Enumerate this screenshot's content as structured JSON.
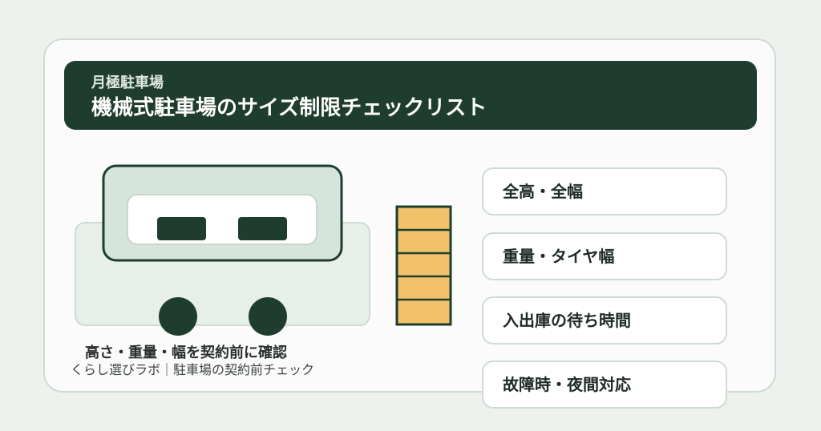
{
  "header": {
    "kicker": "月極駐車場",
    "title": "機械式駐車場のサイズ制限チェックリスト"
  },
  "illustration": {
    "caption": "高さ・重量・幅を契約前に確認",
    "car_icon": "car-illustration",
    "pallet_icon": "parking-pallet-stack"
  },
  "checklist": {
    "items": [
      {
        "label": "全高・全幅"
      },
      {
        "label": "重量・タイヤ幅"
      },
      {
        "label": "入出庫の待ち時間"
      },
      {
        "label": "故障時・夜間対応"
      }
    ]
  },
  "footer": {
    "source": "くらし選びラボ｜駐車場の契約前チェック"
  },
  "colors": {
    "dark_green": "#1f3d2e",
    "light_green": "#d5e5db",
    "pale_green": "#e7efe9",
    "border": "#cfdcd2",
    "pallet_fill": "#f2c26b",
    "background": "#eef2ee"
  }
}
